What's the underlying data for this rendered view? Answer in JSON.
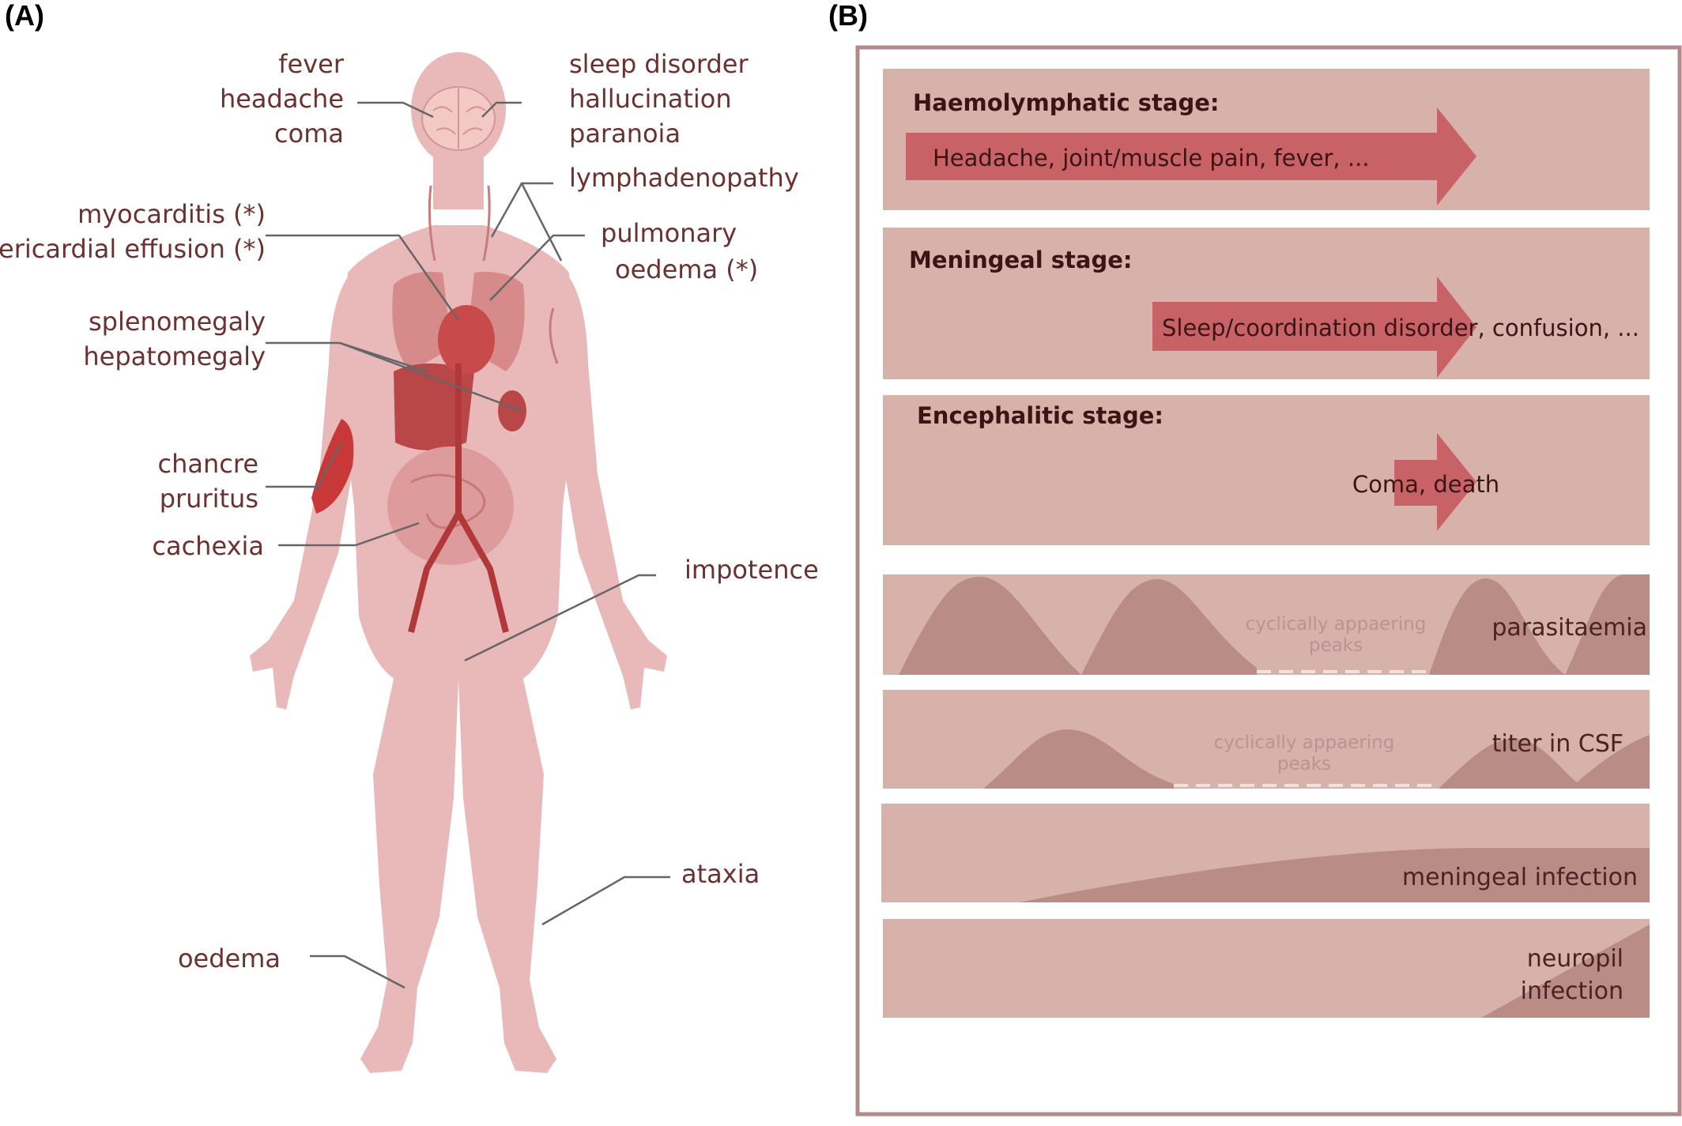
{
  "panel_a": {
    "label": "(A)",
    "symptoms": {
      "fever": "fever",
      "headache": "headache",
      "coma": "coma",
      "sleep_disorder": "sleep disorder",
      "hallucination": "hallucination",
      "paranoia": "paranoia",
      "lymphadenopathy": "lymphadenopathy",
      "myocarditis": "myocarditis (*)",
      "pericardial_effusion": "pericardial effusion (*)",
      "pulmonary": "pulmonary",
      "oedema_star": "oedema (*)",
      "splenomegaly": "splenomegaly",
      "hepatomegaly": "hepatomegaly",
      "chancre": "chancre",
      "pruritus": "pruritus",
      "cachexia": "cachexia",
      "impotence": "impotence",
      "ataxia": "ataxia",
      "oedema": "oedema"
    }
  },
  "panel_b": {
    "label": "(B)",
    "stages": [
      {
        "title": "Haemolymphatic stage:",
        "arrow_text": "Headache, joint/muscle pain, fever, ..."
      },
      {
        "title": "Meningeal stage:",
        "arrow_text": "Sleep/coordination disorder, confusion, ..."
      },
      {
        "title": "Encephalitic stage:",
        "arrow_text": "Coma, death"
      }
    ],
    "curves": [
      {
        "label": "parasitaemia",
        "peaks_line1": "cyclically appaering",
        "peaks_line2": "peaks"
      },
      {
        "label": "titer in CSF",
        "peaks_line1": "cyclically appaering",
        "peaks_line2": "peaks"
      },
      {
        "label": "meningeal infection"
      },
      {
        "label_line1": "neuropil",
        "label_line2": "infection"
      }
    ]
  },
  "colors": {
    "band": "#d6b2ab",
    "arrow": "#c96266",
    "curve_fill": "#b98c86",
    "border": "#b28a8a",
    "body": "#e9b8b8",
    "organ": "#c94a4a",
    "leader": "#666666",
    "symptom_text": "#6b3030"
  }
}
